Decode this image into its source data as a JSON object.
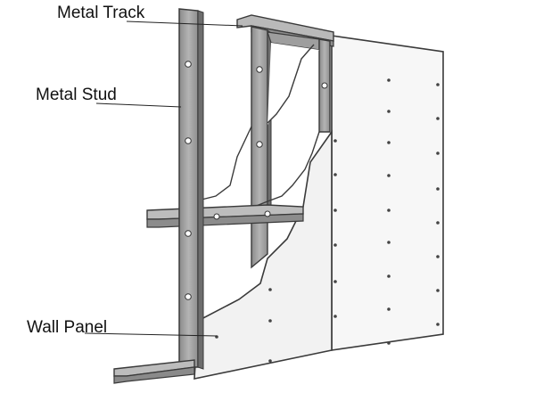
{
  "labels": {
    "metal_track": "Metal Track",
    "metal_stud": "Metal Stud",
    "wall_panel": "Wall Panel"
  },
  "colors": {
    "steel_face": "#a9a9a9",
    "steel_dark": "#7a7a7a",
    "steel_light": "#c6c6c6",
    "outline": "#3a3a3a",
    "panel": "#f2f2f2",
    "screw": "#444444",
    "leader": "#222222"
  }
}
